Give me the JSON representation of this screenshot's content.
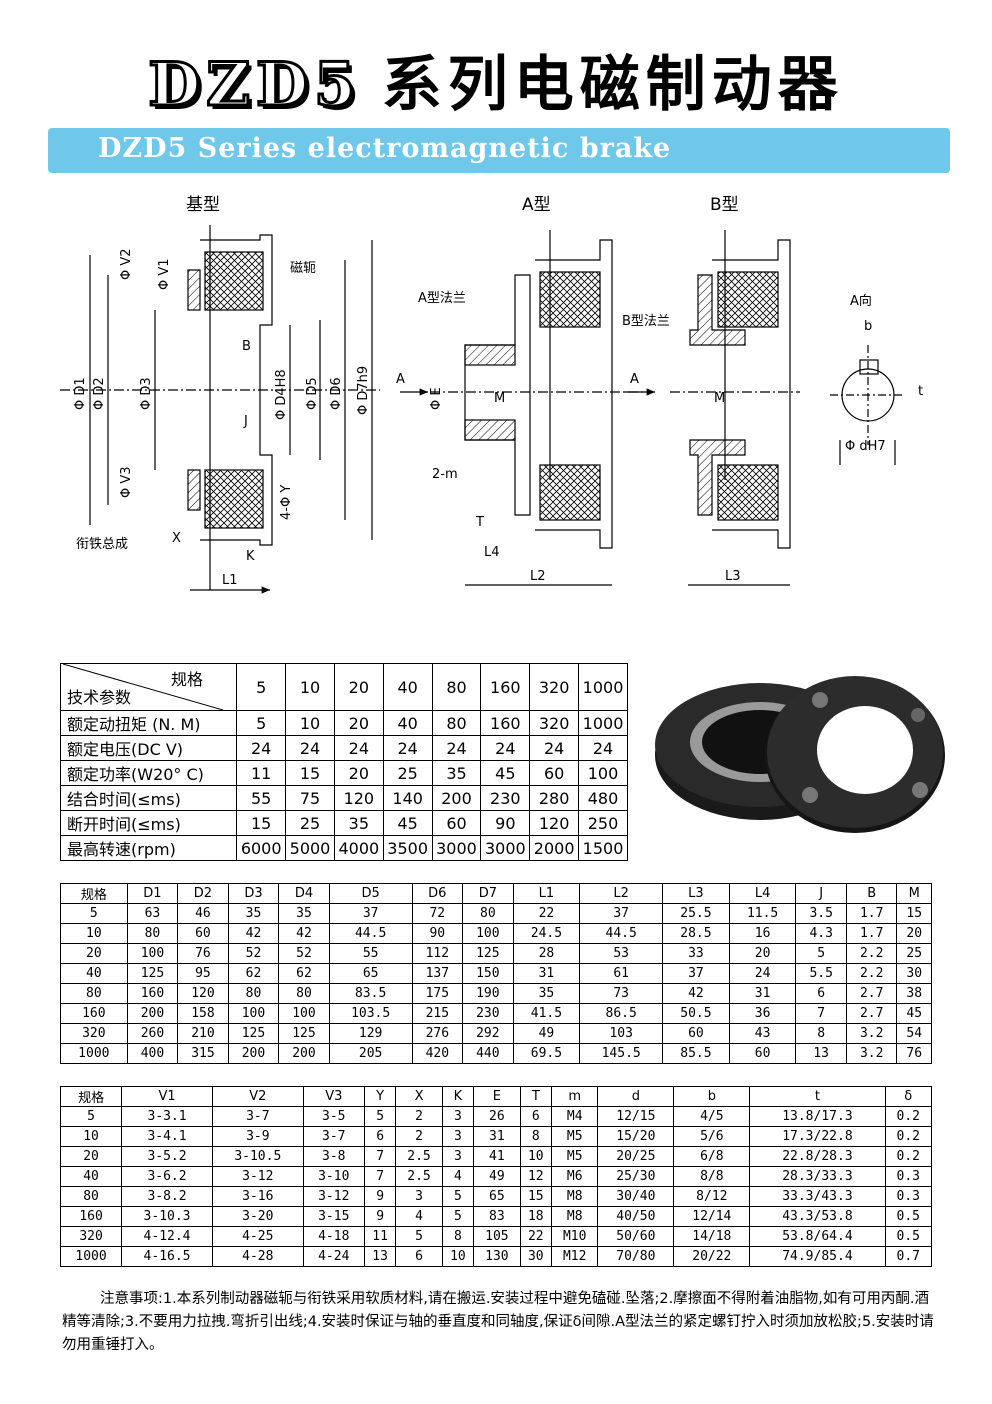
{
  "header": {
    "title_latin": "DZD5",
    "title_cn": "系列电磁制动器",
    "subtitle": "DZD5    Series electromagnetic brake"
  },
  "drawing": {
    "labels": {
      "base": "基型",
      "a_type": "A型",
      "b_type": "B型",
      "a_dir": "A向",
      "yoke": "磁轭",
      "armature": "衔铁总成",
      "a_flange": "A型法兰",
      "b_flange": "B型法兰",
      "phi_v2": "Φ V2",
      "phi_v1": "Φ V1",
      "phi_v3": "Φ V3",
      "phi_d1": "Φ D1",
      "phi_d2": "Φ D2",
      "phi_d3": "Φ D3",
      "phi_d4h8": "Φ D4H8",
      "phi_d5": "Φ D5",
      "phi_d6": "Φ D6",
      "phi_d7h9": "Φ D7h9",
      "b": "B",
      "j": "J",
      "four_phi_y": "4-Φ Y",
      "x": "X",
      "k": "K",
      "l1": "L1",
      "l2": "L2",
      "l3": "L3",
      "l4": "L4",
      "t_cap": "T",
      "m": "M",
      "phi_e": "Φ E",
      "two_m": "2-m",
      "arrow_a": "A",
      "b_small": "b",
      "t_small": "t",
      "phi_dh7": "Φ dH7"
    }
  },
  "table1": {
    "header_top": "规格",
    "header_bottom": "技术参数",
    "specs": [
      "5",
      "10",
      "20",
      "40",
      "80",
      "160",
      "320",
      "1000"
    ],
    "rows": [
      {
        "label": "额定动扭矩 (N. M)",
        "values": [
          "5",
          "10",
          "20",
          "40",
          "80",
          "160",
          "320",
          "1000"
        ]
      },
      {
        "label": "额定电压(DC V)",
        "values": [
          "24",
          "24",
          "24",
          "24",
          "24",
          "24",
          "24",
          "24"
        ]
      },
      {
        "label": "额定功率(W20° C)",
        "values": [
          "11",
          "15",
          "20",
          "25",
          "35",
          "45",
          "60",
          "100"
        ]
      },
      {
        "label": "结合时间(≤ms)",
        "values": [
          "55",
          "75",
          "120",
          "140",
          "200",
          "230",
          "280",
          "480"
        ]
      },
      {
        "label": "断开时间(≤ms)",
        "values": [
          "15",
          "25",
          "35",
          "45",
          "60",
          "90",
          "120",
          "250"
        ]
      },
      {
        "label": "最高转速(rpm)",
        "values": [
          "6000",
          "5000",
          "4000",
          "3500",
          "3000",
          "3000",
          "2000",
          "1500"
        ]
      }
    ]
  },
  "table2": {
    "headers": [
      "规格",
      "D1",
      "D2",
      "D3",
      "D4",
      "D5",
      "D6",
      "D7",
      "L1",
      "L2",
      "L3",
      "L4",
      "J",
      "B",
      "M"
    ],
    "rows": [
      [
        "5",
        "63",
        "46",
        "35",
        "35",
        "37",
        "72",
        "80",
        "22",
        "37",
        "25.5",
        "11.5",
        "3.5",
        "1.7",
        "15"
      ],
      [
        "10",
        "80",
        "60",
        "42",
        "42",
        "44.5",
        "90",
        "100",
        "24.5",
        "44.5",
        "28.5",
        "16",
        "4.3",
        "1.7",
        "20"
      ],
      [
        "20",
        "100",
        "76",
        "52",
        "52",
        "55",
        "112",
        "125",
        "28",
        "53",
        "33",
        "20",
        "5",
        "2.2",
        "25"
      ],
      [
        "40",
        "125",
        "95",
        "62",
        "62",
        "65",
        "137",
        "150",
        "31",
        "61",
        "37",
        "24",
        "5.5",
        "2.2",
        "30"
      ],
      [
        "80",
        "160",
        "120",
        "80",
        "80",
        "83.5",
        "175",
        "190",
        "35",
        "73",
        "42",
        "31",
        "6",
        "2.7",
        "38"
      ],
      [
        "160",
        "200",
        "158",
        "100",
        "100",
        "103.5",
        "215",
        "230",
        "41.5",
        "86.5",
        "50.5",
        "36",
        "7",
        "2.7",
        "45"
      ],
      [
        "320",
        "260",
        "210",
        "125",
        "125",
        "129",
        "276",
        "292",
        "49",
        "103",
        "60",
        "43",
        "8",
        "3.2",
        "54"
      ],
      [
        "1000",
        "400",
        "315",
        "200",
        "200",
        "205",
        "420",
        "440",
        "69.5",
        "145.5",
        "85.5",
        "60",
        "13",
        "3.2",
        "76"
      ]
    ]
  },
  "table3": {
    "headers": [
      "规格",
      "V1",
      "V2",
      "V3",
      "Y",
      "X",
      "K",
      "E",
      "T",
      "m",
      "d",
      "b",
      "t",
      "δ"
    ],
    "rows": [
      [
        "5",
        "3-3.1",
        "3-7",
        "3-5",
        "5",
        "2",
        "3",
        "26",
        "6",
        "M4",
        "12/15",
        "4/5",
        "13.8/17.3",
        "0.2"
      ],
      [
        "10",
        "3-4.1",
        "3-9",
        "3-7",
        "6",
        "2",
        "3",
        "31",
        "8",
        "M5",
        "15/20",
        "5/6",
        "17.3/22.8",
        "0.2"
      ],
      [
        "20",
        "3-5.2",
        "3-10.5",
        "3-8",
        "7",
        "2.5",
        "3",
        "41",
        "10",
        "M5",
        "20/25",
        "6/8",
        "22.8/28.3",
        "0.2"
      ],
      [
        "40",
        "3-6.2",
        "3-12",
        "3-10",
        "7",
        "2.5",
        "4",
        "49",
        "12",
        "M6",
        "25/30",
        "8/8",
        "28.3/33.3",
        "0.3"
      ],
      [
        "80",
        "3-8.2",
        "3-16",
        "3-12",
        "9",
        "3",
        "5",
        "65",
        "15",
        "M8",
        "30/40",
        "8/12",
        "33.3/43.3",
        "0.3"
      ],
      [
        "160",
        "3-10.3",
        "3-20",
        "3-15",
        "9",
        "4",
        "5",
        "83",
        "18",
        "M8",
        "40/50",
        "12/14",
        "43.3/53.8",
        "0.5"
      ],
      [
        "320",
        "4-12.4",
        "4-25",
        "4-18",
        "11",
        "5",
        "8",
        "105",
        "22",
        "M10",
        "50/60",
        "14/18",
        "53.8/64.4",
        "0.5"
      ],
      [
        "1000",
        "4-16.5",
        "4-28",
        "4-24",
        "13",
        "6",
        "10",
        "130",
        "30",
        "M12",
        "70/80",
        "20/22",
        "74.9/85.4",
        "0.7"
      ]
    ]
  },
  "notes": "注意事项:1.本系列制动器磁轭与衔铁采用软质材料,请在搬运.安装过程中避免磕碰.坠落;2.摩擦面不得附着油脂物,如有可用丙酮.酒精等清除;3.不要用力拉拽.弯折引出线;4.安装时保证与轴的垂直度和同轴度,保证δ间隙.A型法兰的紧定螺钉拧入时须加放松胶;5.安装时请勿用重锤打入。"
}
